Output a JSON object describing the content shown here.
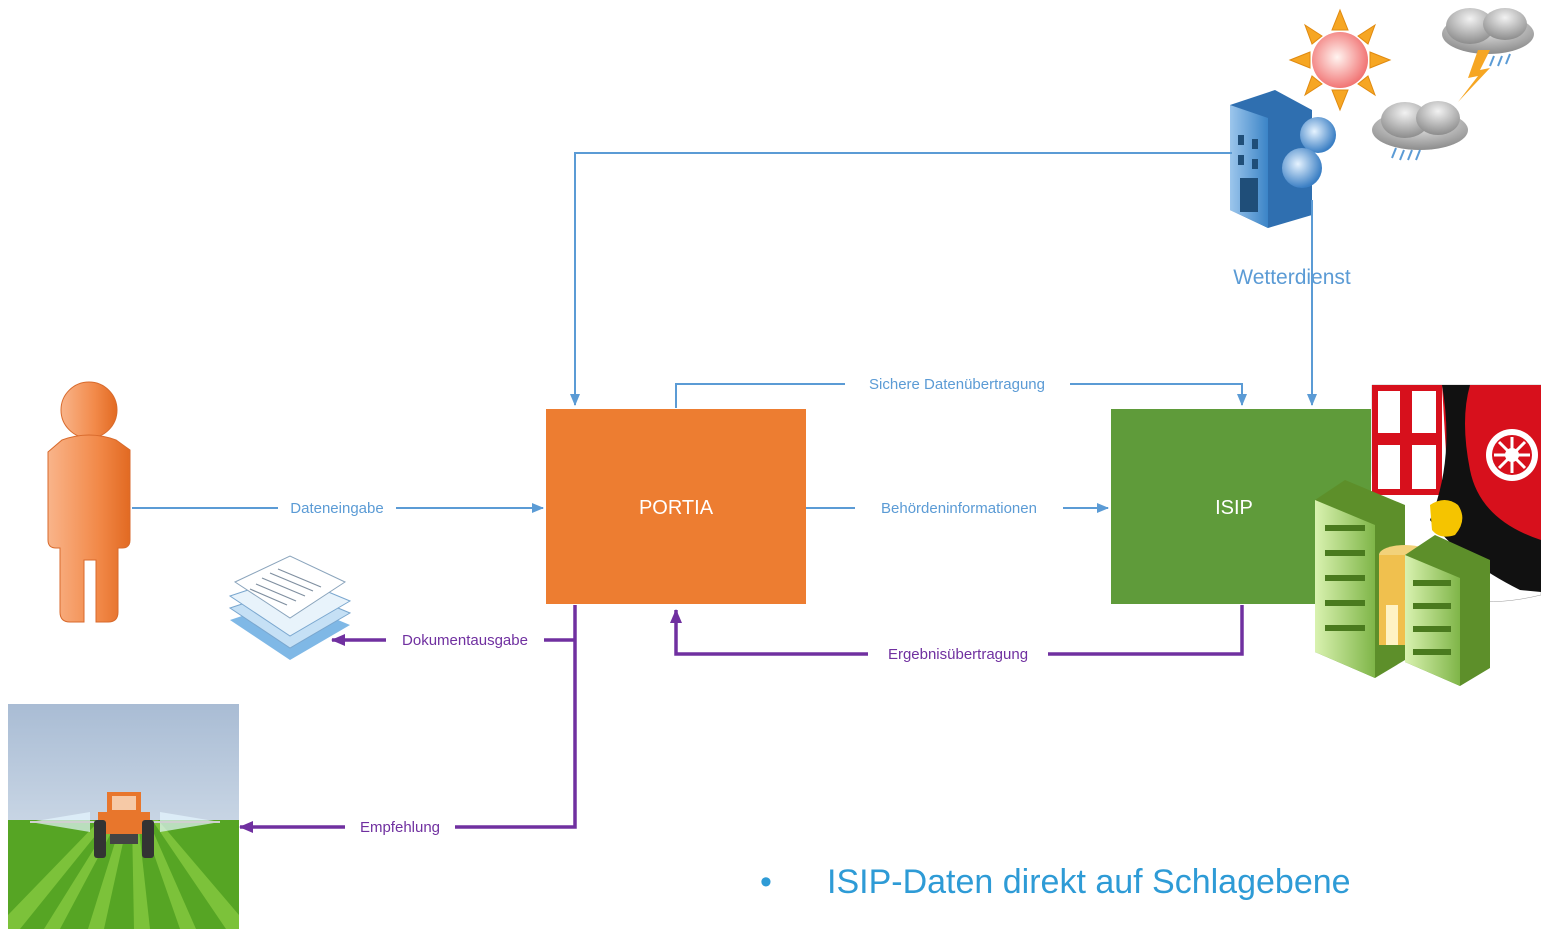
{
  "nodes": {
    "portia": "PORTIA",
    "isip": "ISIP",
    "wetterdienst": "Wetterdienst"
  },
  "edges": {
    "dateneingabe": "Dateneingabe",
    "sichere": "Sichere Datenübertragung",
    "behoerden": "Behördeninformationen",
    "ergebnis": "Ergebnisübertragung",
    "dokument": "Dokumentausgabe",
    "empfehlung": "Empfehlung"
  },
  "bullet": {
    "marker": "•",
    "text": "ISIP-Daten direkt auf Schlagebene"
  },
  "colors": {
    "portia": "#ed7d31",
    "isip": "#5f9b3a",
    "flow_blue": "#5b9bd5",
    "flow_purple": "#7030a0"
  }
}
